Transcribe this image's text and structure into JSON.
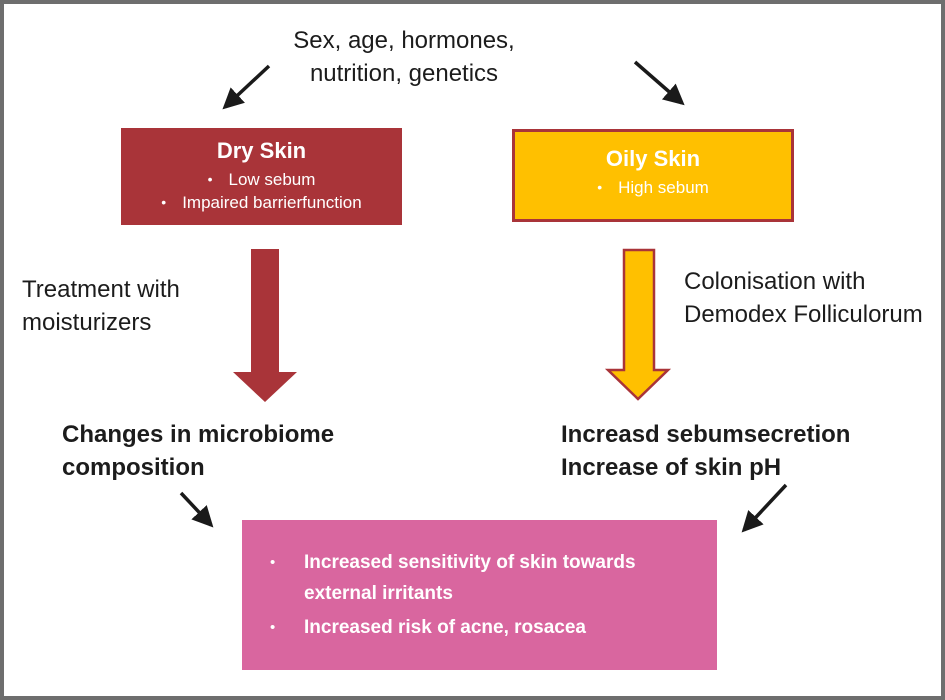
{
  "diagram": {
    "top_factors": {
      "line1": "Sex, age, hormones,",
      "line2": "nutrition, genetics"
    },
    "dry_skin_box": {
      "title": "Dry Skin",
      "bullets": [
        "Low sebum",
        "Impaired barrierfunction"
      ]
    },
    "oily_skin_box": {
      "title": "Oily Skin",
      "bullets": [
        "High sebum"
      ]
    },
    "treatment_label": {
      "line1": "Treatment with",
      "line2": "moisturizers"
    },
    "colonisation_label": {
      "line1": "Colonisation with",
      "line2": "Demodex Folliculorum"
    },
    "changes_label": {
      "line1": "Changes in microbiome",
      "line2": "composition"
    },
    "increase_label": {
      "line1": "Increasd sebumsecretion",
      "line2": "Increase of skin pH"
    },
    "result_box": {
      "bullets": [
        "Increased sensitivity of skin towards external irritants",
        "Increased risk of acne, rosacea"
      ]
    },
    "bullet_char": "•"
  },
  "colors": {
    "dark_red": "#A93439",
    "gold": "#FFC000",
    "pink": "#D9669F",
    "text": "#1C1C1C",
    "white_text": "#FFFFFF",
    "frame_gray": "#6E6E6E"
  }
}
